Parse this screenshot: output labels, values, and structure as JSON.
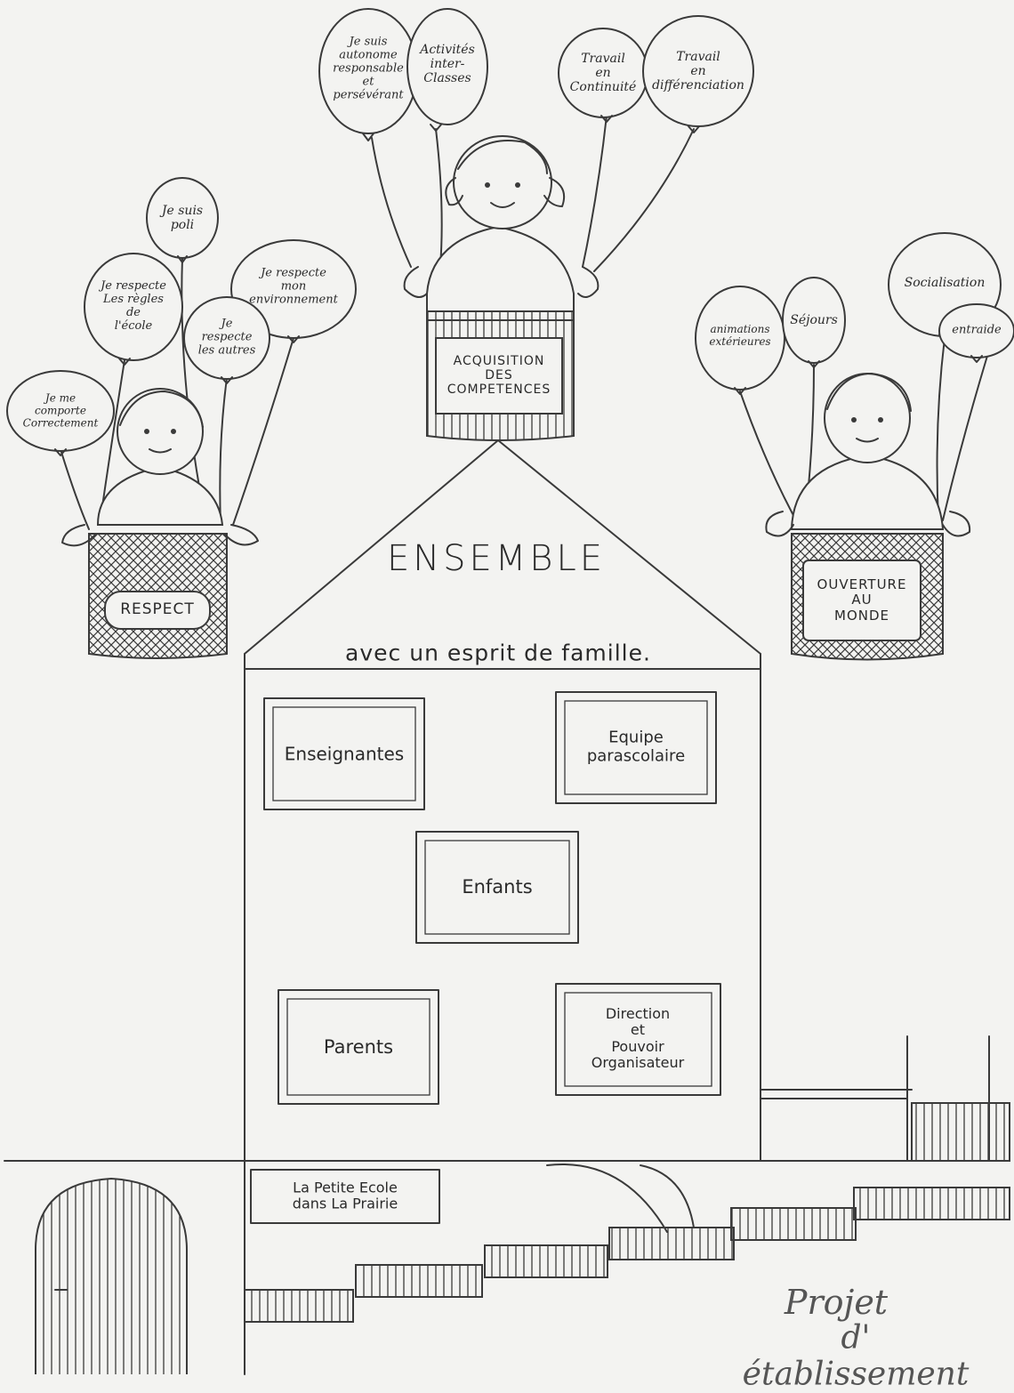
{
  "balloons": {
    "b1": "Je suis\nautonome\nresponsable\net\npersévérant",
    "b2": "Activités\ninter-\nClasses",
    "b3": "Travail\nen\nContinuité",
    "b4": "Travail\nen\ndifférenciation",
    "b5": "Je suis\npoli",
    "b6": "Je respecte\nLes règles\nde\nl'école",
    "b7": "Je respecte\nmon\nenvironnement",
    "b8": "Je\nrespecte\nles autres",
    "b9": "Je me\ncomporte\nCorrectement",
    "b10": "animations\nextérieures",
    "b11": "Séjours",
    "b12": "Socialisation",
    "b13": "entraide"
  },
  "baskets": {
    "center": "ACQUISITION\nDES\nCOMPETENCES",
    "left": "RESPECT",
    "right": "OUVERTURE\nAU\nMONDE"
  },
  "house": {
    "roof_title": "ENSEMBLE",
    "subtitle": "avec un esprit de famille.",
    "box1": "Enseignantes",
    "box2": "Equipe\nparascolaire",
    "box3": "Enfants",
    "box4": "Parents",
    "box5": "Direction\net\nPouvoir\nOrganisateur",
    "sign": "La Petite Ecole\ndans La Prairie"
  },
  "signature": {
    "line1": "Projet",
    "line2": "d' établissement"
  }
}
